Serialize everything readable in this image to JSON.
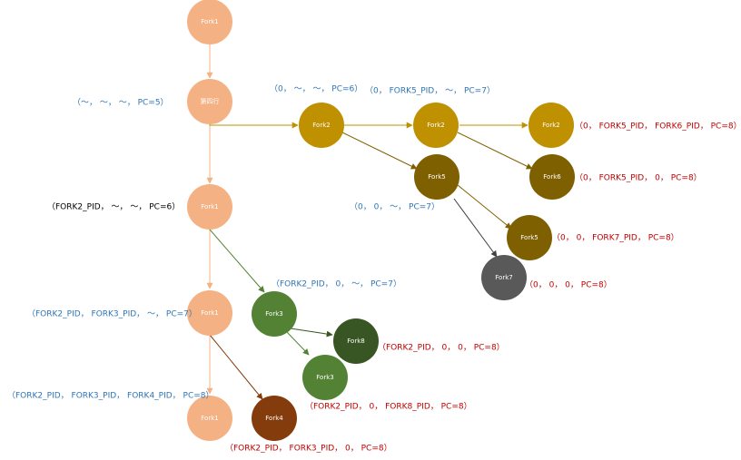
{
  "colors": {
    "parent": "#F4B183",
    "fork2": "#BF9000",
    "fork5": "#7F6000",
    "fork7": "#595959",
    "fork3": "#548235",
    "fork8": "#375623",
    "fork4": "#843C0C",
    "teal_text": "#2E75B6",
    "red_text": "#C00000",
    "black_text": "#000000"
  },
  "nodes": {
    "n1": "Fork1",
    "n2": "第四行",
    "n3": "Fork2",
    "n4": "Fork2",
    "n5": "Fork2",
    "n6": "Fork5",
    "n7": "Fork6",
    "n8": "Fork1",
    "n9": "Fork5",
    "n10": "Fork7",
    "n11": "Fork1",
    "n12": "Fork3",
    "n13": "Fork8",
    "n14": "Fork3",
    "n15": "Fork1",
    "n16": "Fork4"
  },
  "annotations": {
    "a1": "（～， ～， ～， PC=5）",
    "a2": "（0， ～， ～， PC=6）",
    "a3": "（0， FORK5_PID， ～， PC=7）",
    "a4": "（0， FORK5_PID， FORK6_PID， PC=8）",
    "a5": "（0， FORK5_PID， 0， PC=8）",
    "a6": "（FORK2_PID， ～， ～， PC=6）",
    "a7": "（0， 0， ～， PC=7）",
    "a8": "（0， 0， FORK7_PID， PC=8）",
    "a9": "（0， 0， 0， PC=8）",
    "a10": "（FORK2_PID， 0， ～， PC=7）",
    "a11": "（FORK2_PID， FORK3_PID， ～， PC=7）",
    "a12": "（FORK2_PID， 0， 0， PC=8）",
    "a13": "（FORK2_PID， FORK3_PID， FORK4_PID， PC=8）",
    "a14": "（FORK2_PID， 0， FORK8_PID， PC=8）",
    "a15": "（FORK2_PID， FORK3_PID， 0， PC=8）"
  }
}
